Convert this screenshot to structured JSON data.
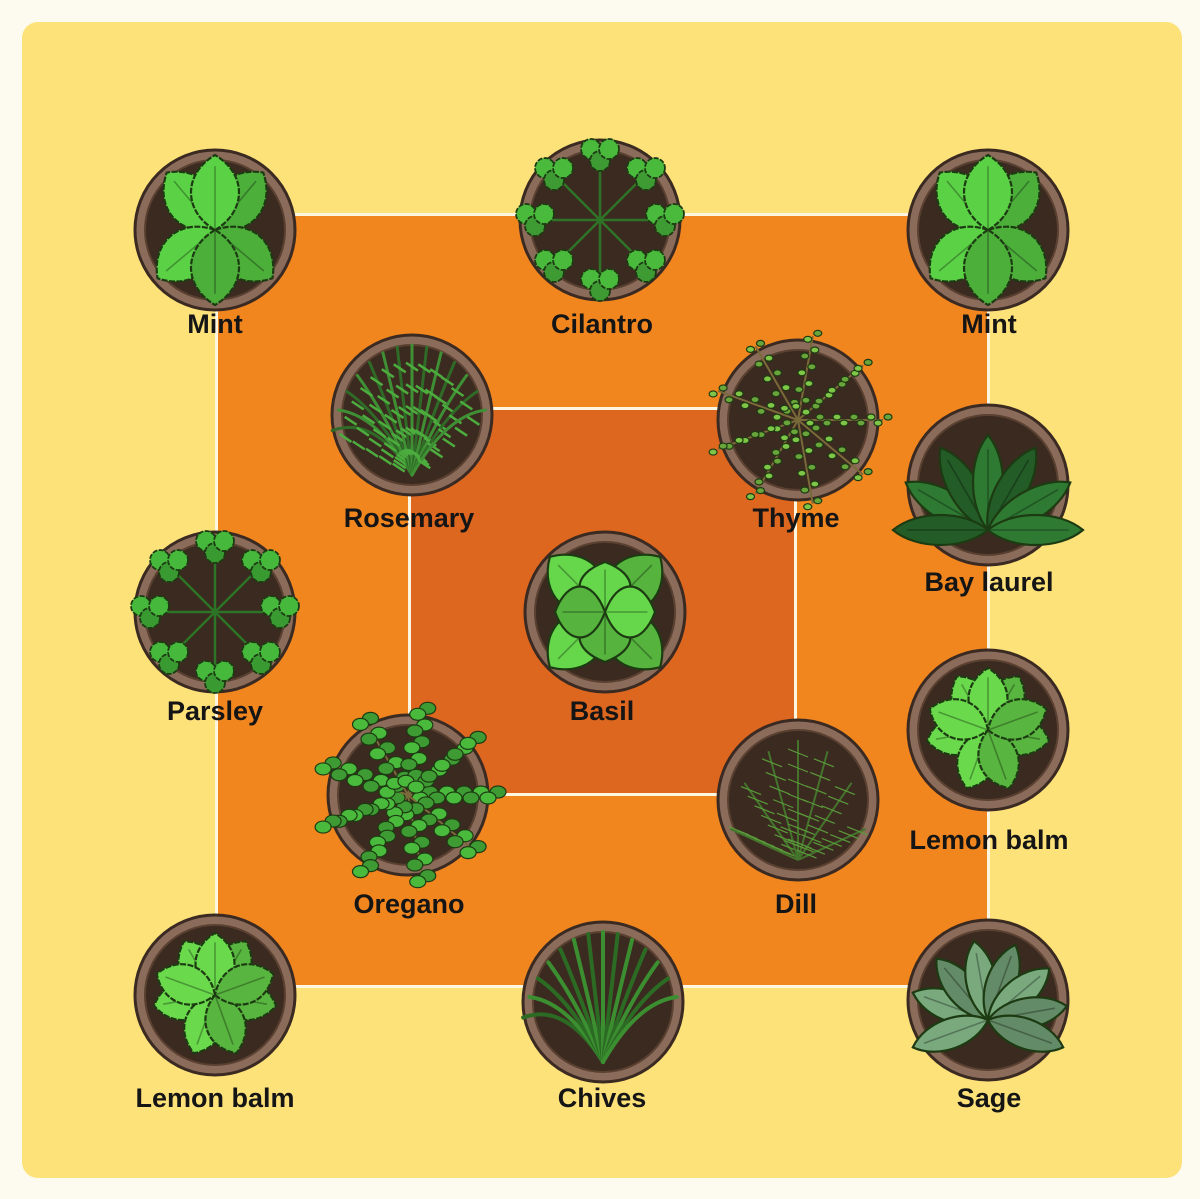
{
  "colors": {
    "background": "#fde27a",
    "outer_ring": "#f1861f",
    "inner_square": "#de671f",
    "line": "#fff6e0",
    "pot_rim": "#8b6b5a",
    "soil": "#3b2a20"
  },
  "zones": [
    "outer-ring",
    "middle-ring",
    "center"
  ],
  "plants": [
    {
      "id": "mint-top-left",
      "label": "Mint",
      "icon": "mint-plant-icon",
      "style": "mint",
      "leaf": "#4caf3a"
    },
    {
      "id": "cilantro-top",
      "label": "Cilantro",
      "icon": "cilantro-plant-icon",
      "style": "cilantro",
      "leaf": "#3e9b33"
    },
    {
      "id": "mint-top-right",
      "label": "Mint",
      "icon": "mint-plant-icon",
      "style": "mint",
      "leaf": "#4caf3a"
    },
    {
      "id": "rosemary",
      "label": "Rosemary",
      "icon": "rosemary-plant-icon",
      "style": "rosemary",
      "leaf": "#3f8f34"
    },
    {
      "id": "thyme",
      "label": "Thyme",
      "icon": "thyme-plant-icon",
      "style": "thyme",
      "leaf": "#6aa53c"
    },
    {
      "id": "bay-laurel",
      "label": "Bay laurel",
      "icon": "bay-laurel-plant-icon",
      "style": "bay",
      "leaf": "#2f7a33"
    },
    {
      "id": "parsley",
      "label": "Parsley",
      "icon": "parsley-plant-icon",
      "style": "parsley",
      "leaf": "#3a9a32"
    },
    {
      "id": "basil",
      "label": "Basil",
      "icon": "basil-plant-icon",
      "style": "basil",
      "leaf": "#55b33e"
    },
    {
      "id": "oregano",
      "label": "Oregano",
      "icon": "oregano-plant-icon",
      "style": "oregano",
      "leaf": "#3e9b33"
    },
    {
      "id": "dill",
      "label": "Dill",
      "icon": "dill-plant-icon",
      "style": "dill",
      "leaf": "#5a9a3a"
    },
    {
      "id": "lemon-balm-right",
      "label": "Lemon balm",
      "icon": "lemon-balm-plant-icon",
      "style": "balm",
      "leaf": "#58b53f"
    },
    {
      "id": "lemon-balm-bottom-left",
      "label": "Lemon balm",
      "icon": "lemon-balm-plant-icon",
      "style": "balm",
      "leaf": "#58b53f"
    },
    {
      "id": "chives",
      "label": "Chives",
      "icon": "chives-plant-icon",
      "style": "chives",
      "leaf": "#3b8f30"
    },
    {
      "id": "sage",
      "label": "Sage",
      "icon": "sage-plant-icon",
      "style": "sage",
      "leaf": "#6f9a72"
    }
  ]
}
